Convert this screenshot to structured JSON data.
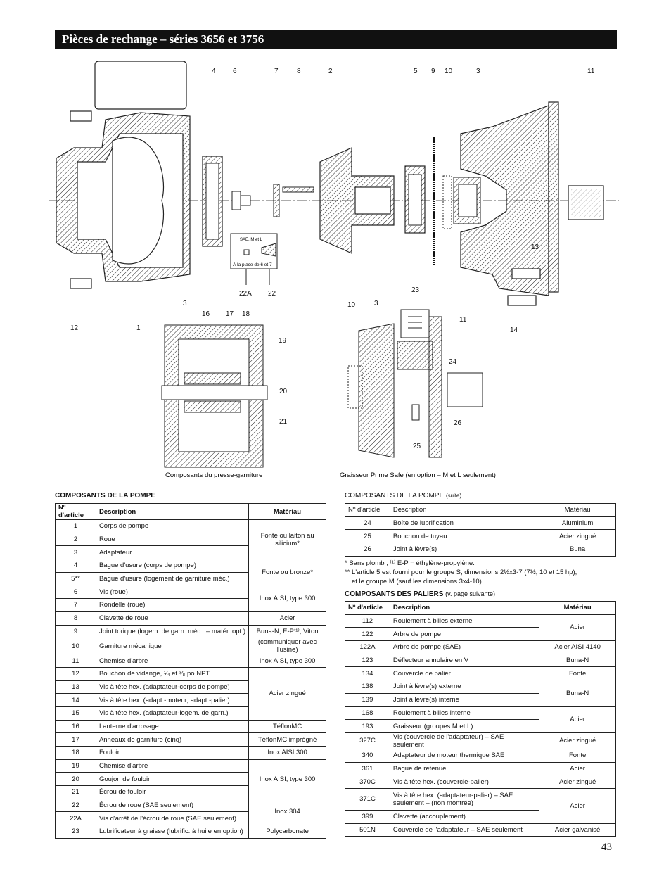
{
  "title": "Pièces de rechange – séries 3656 et 3756",
  "page_number": "43",
  "diagram": {
    "callouts_top": [
      "4",
      "6",
      "7",
      "8",
      "2",
      "5",
      "9",
      "10",
      "3",
      "11"
    ],
    "callouts_misc": {
      "c13": "13",
      "c14": "14",
      "c12": "12",
      "c1": "1",
      "c22a": "22A",
      "c22": "22",
      "c3a": "3",
      "c16": "16",
      "c17": "17",
      "c18": "18",
      "c19": "19",
      "c20": "20",
      "c21": "21",
      "c23": "23",
      "c10b": "10",
      "c3b": "3",
      "c11b": "11",
      "c24": "24",
      "c26": "26",
      "c25": "25"
    },
    "inset_label": "SAE, M et L",
    "inset_note": "À la place de 6 et 7",
    "caption_left": "Composants du presse-garniture",
    "caption_right": "Graisseur Prime Safe (en option – M et L seulement)"
  },
  "pump_table": {
    "caption": "COMPOSANTS DE LA POMPE",
    "headers": {
      "num": "Nº d'article",
      "desc": "Description",
      "mat": "Matériau"
    },
    "rows": [
      {
        "num": "1",
        "desc": "Corps de pompe",
        "mat": "Fonte ou laiton au silicium*",
        "span": 3
      },
      {
        "num": "2",
        "desc": "Roue"
      },
      {
        "num": "3",
        "desc": "Adaptateur"
      },
      {
        "num": "4",
        "desc": "Bague d'usure (corps de pompe)",
        "mat": "Fonte ou bronze*",
        "span": 2
      },
      {
        "num": "5**",
        "desc": "Bague d'usure (logement de garniture méc.)"
      },
      {
        "num": "6",
        "desc": "Vis (roue)",
        "mat": "Inox AISI, type 300",
        "span": 2
      },
      {
        "num": "7",
        "desc": "Rondelle (roue)"
      },
      {
        "num": "8",
        "desc": "Clavette de roue",
        "mat": "Acier",
        "span": 1
      },
      {
        "num": "9",
        "desc": "Joint torique (logem. de garn. méc.. – matér. opt.)",
        "mat": "Buna-N, E-P⁽¹⁾, Viton",
        "span": 1
      },
      {
        "num": "10",
        "desc": "Garniture mécanique",
        "mat": "(communiquer avec l'usine)",
        "span": 1
      },
      {
        "num": "11",
        "desc": "Chemise d'arbre",
        "mat": "Inox AISI, type 300",
        "span": 1
      },
      {
        "num": "12",
        "desc": "Bouchon de vidange, ¹⁄₄ et ³⁄₈ po NPT",
        "mat": "Acier zingué",
        "span": 4
      },
      {
        "num": "13",
        "desc": "Vis à tête hex. (adaptateur-corps de pompe)"
      },
      {
        "num": "14",
        "desc": "Vis à tête hex. (adapt.-moteur, adapt.-palier)"
      },
      {
        "num": "15",
        "desc": "Vis à tête hex. (adaptateur-logem. de garn.)"
      },
      {
        "num": "16",
        "desc": "Lanterne d'arrosage",
        "mat": "TéflonMC",
        "span": 1
      },
      {
        "num": "17",
        "desc": "Anneaux de garniture (cinq)",
        "mat": "TéflonMC imprégné",
        "span": 1
      },
      {
        "num": "18",
        "desc": "Fouloir",
        "mat": "Inox AISI 300",
        "span": 1
      },
      {
        "num": "19",
        "desc": "Chemise d'arbre",
        "mat": "Inox AISI, type 300",
        "span": 3
      },
      {
        "num": "20",
        "desc": "Goujon de fouloir"
      },
      {
        "num": "21",
        "desc": "Écrou de fouloir"
      },
      {
        "num": "22",
        "desc": "Écrou de roue (SAE seulement)",
        "mat": "Inox 304",
        "span": 2
      },
      {
        "num": "22A",
        "desc": "Vis d'arrêt de l'écrou de roue (SAE seulement)"
      },
      {
        "num": "23",
        "desc": "Lubrificateur à graisse (lubrific. à huile en option)",
        "mat": "Polycarbonate",
        "span": 1
      }
    ]
  },
  "pump_suite_table": {
    "caption": "COMPOSANTS DE LA POMPE",
    "caption_suffix": "(suite)",
    "headers": {
      "num": "Nº d'article",
      "desc": "Description",
      "mat": "Matériau"
    },
    "rows": [
      {
        "num": "24",
        "desc": "Boîte de lubrification",
        "mat": "Aluminium",
        "span": 1
      },
      {
        "num": "25",
        "desc": "Bouchon de tuyau",
        "mat": "Acier zingué",
        "span": 1
      },
      {
        "num": "26",
        "desc": "Joint à lèvre(s)",
        "mat": "Buna",
        "span": 1
      }
    ]
  },
  "notes": {
    "line1": "* Sans plomb ; ⁽¹⁾ E-P = éthylène-propylène.",
    "line2": "** L'article 5 est fourni pour le groupe S, dimensions 2½x3-7 (7½, 10 et 15 hp),",
    "line3": "et le groupe M (sauf les dimensions 3x4-10)."
  },
  "bearing_table": {
    "caption": "COMPOSANTS DES PALIERS",
    "caption_suffix": "(v. page suivante)",
    "headers": {
      "num": "Nº d'article",
      "desc": "Description",
      "mat": "Matériau"
    },
    "rows": [
      {
        "num": "112",
        "desc": "Roulement à billes externe",
        "mat": "Acier",
        "span": 2
      },
      {
        "num": "122",
        "desc": "Arbre de pompe"
      },
      {
        "num": "122A",
        "desc": "Arbre de pompe (SAE)",
        "mat": "Acier AISI 4140",
        "span": 1
      },
      {
        "num": "123",
        "desc": "Déflecteur annulaire en V",
        "mat": "Buna-N",
        "span": 1
      },
      {
        "num": "134",
        "desc": "Couvercle de palier",
        "mat": "Fonte",
        "span": 1
      },
      {
        "num": "138",
        "desc": "Joint à lèvre(s) externe",
        "mat": "Buna-N",
        "span": 2
      },
      {
        "num": "139",
        "desc": "Joint à lèvre(s) interne"
      },
      {
        "num": "168",
        "desc": "Roulement à billes interne",
        "mat": "Acier",
        "span": 2
      },
      {
        "num": "193",
        "desc": "Graisseur (groupes M et L)"
      },
      {
        "num": "327C",
        "desc": "Vis (couvercle de l'adaptateur) – SAE seulement",
        "mat": "Acier zingué",
        "span": 1
      },
      {
        "num": "340",
        "desc": "Adaptateur de moteur thermique SAE",
        "mat": "Fonte",
        "span": 1
      },
      {
        "num": "361",
        "desc": "Bague de retenue",
        "mat": "Acier",
        "span": 1
      },
      {
        "num": "370C",
        "desc": "Vis à tête hex. (couvercle-palier)",
        "mat": "Acier zingué",
        "span": 1
      },
      {
        "num": "371C",
        "desc": "Vis à tête hex. (adaptateur-palier) – SAE seulement – (non montrée)",
        "mat": "Acier",
        "span": 2,
        "tall": true
      },
      {
        "num": "399",
        "desc": "Clavette (accouplement)"
      },
      {
        "num": "501N",
        "desc": "Couvercle de l'adaptateur – SAE seulement",
        "mat": "Acier galvanisé",
        "span": 1
      }
    ]
  }
}
